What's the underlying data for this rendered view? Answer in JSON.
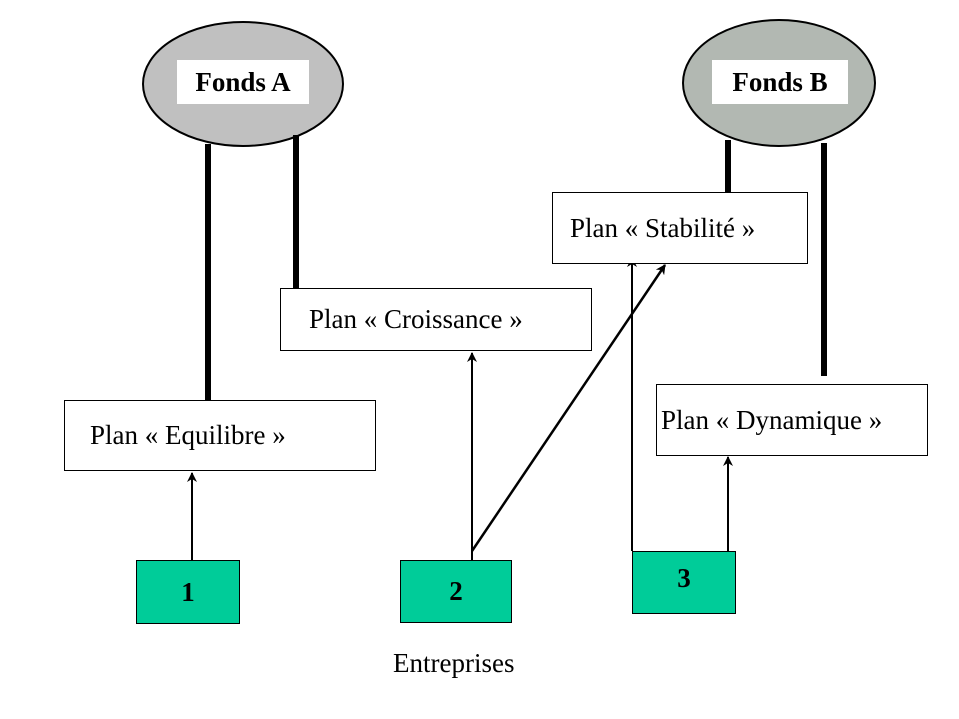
{
  "colors": {
    "fonds_a_fill": "#c0c0c0",
    "fonds_b_fill": "#b2b8b2",
    "entreprise_fill": "#00cc99",
    "line": "#000000"
  },
  "funds": [
    {
      "id": "A",
      "label": "Fonds A"
    },
    {
      "id": "B",
      "label": "Fonds B"
    }
  ],
  "plans": [
    {
      "id": "equilibre",
      "label": "Plan « Equilibre »",
      "fund": "A"
    },
    {
      "id": "croissance",
      "label": "Plan « Croissance »",
      "fund": "A"
    },
    {
      "id": "stabilite",
      "label": "Plan « Stabilité »",
      "fund": "B"
    },
    {
      "id": "dynamique",
      "label": "Plan « Dynamique »",
      "fund": "B"
    }
  ],
  "entreprises": [
    {
      "id": "1",
      "label": "1",
      "plans": [
        "equilibre"
      ]
    },
    {
      "id": "2",
      "label": "2",
      "plans": [
        "croissance",
        "stabilite"
      ]
    },
    {
      "id": "3",
      "label": "3",
      "plans": [
        "stabilite",
        "dynamique"
      ]
    }
  ],
  "caption": "Entreprises"
}
